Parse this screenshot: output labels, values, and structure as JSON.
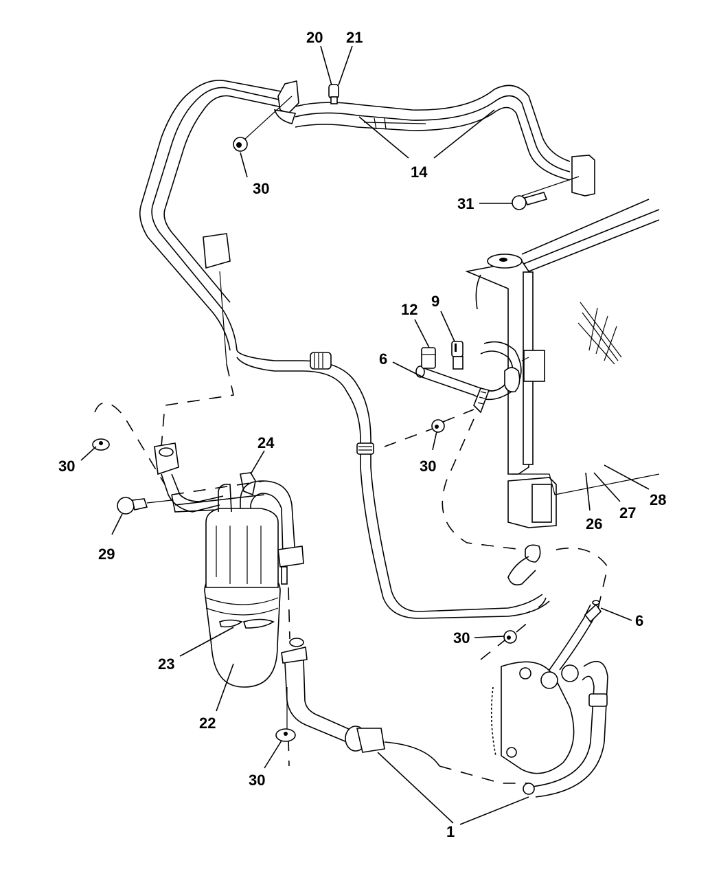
{
  "diagram": {
    "title": "A/C Plumbing Exploded View",
    "background_color": "#ffffff",
    "line_color": "#000000",
    "callouts": [
      {
        "id": "c20",
        "label": "20",
        "part": "cap-fitting"
      },
      {
        "id": "c21",
        "label": "21",
        "part": "service-valve-core"
      },
      {
        "id": "c14a",
        "label": "14",
        "part": "suction-line"
      },
      {
        "id": "c30a",
        "label": "30",
        "part": "nut"
      },
      {
        "id": "c31",
        "label": "31",
        "part": "bolt"
      },
      {
        "id": "c12",
        "label": "12",
        "part": "cap"
      },
      {
        "id": "c9",
        "label": "9",
        "part": "pressure-switch"
      },
      {
        "id": "c6a",
        "label": "6",
        "part": "discharge-line"
      },
      {
        "id": "c30b",
        "label": "30",
        "part": "nut"
      },
      {
        "id": "c30c",
        "label": "30",
        "part": "nut"
      },
      {
        "id": "c24",
        "label": "24",
        "part": "bracket"
      },
      {
        "id": "c29",
        "label": "29",
        "part": "bolt"
      },
      {
        "id": "c26",
        "label": "26",
        "part": "condenser"
      },
      {
        "id": "c27",
        "label": "27",
        "part": "seal"
      },
      {
        "id": "c28",
        "label": "28",
        "part": "seal"
      },
      {
        "id": "c23",
        "label": "23",
        "part": "band"
      },
      {
        "id": "c22",
        "label": "22",
        "part": "accumulator"
      },
      {
        "id": "c30d",
        "label": "30",
        "part": "nut"
      },
      {
        "id": "c6b",
        "label": "6",
        "part": "discharge-line"
      },
      {
        "id": "c30e",
        "label": "30",
        "part": "nut"
      },
      {
        "id": "c1",
        "label": "1",
        "part": "compressor"
      }
    ]
  }
}
